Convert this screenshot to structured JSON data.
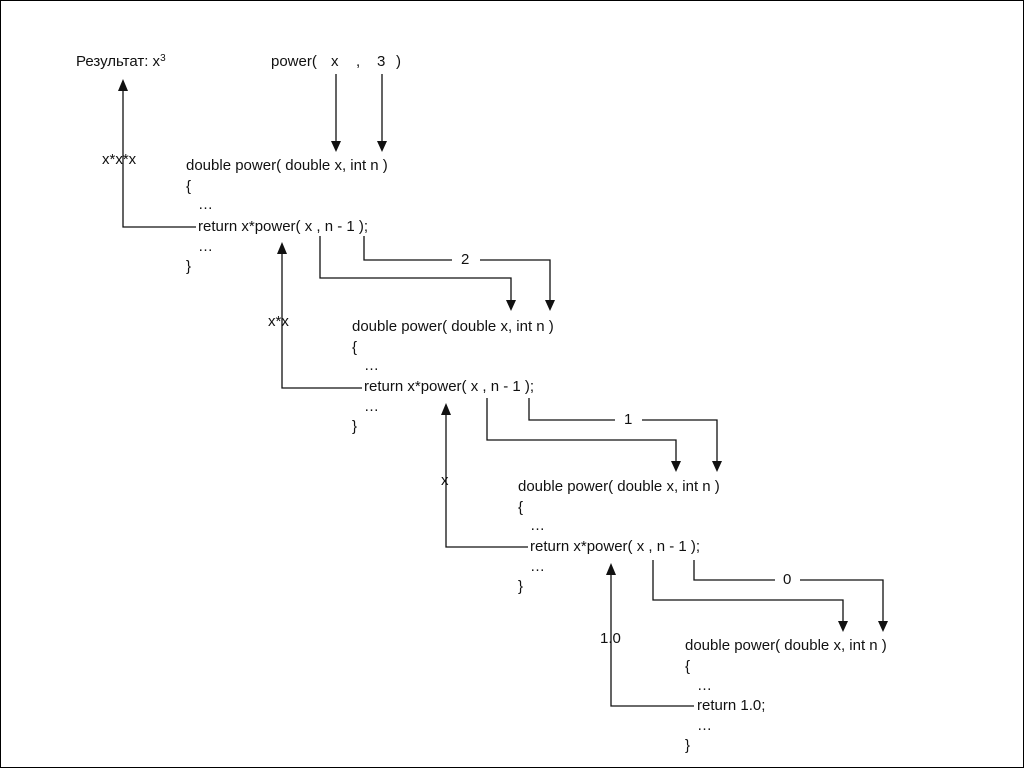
{
  "result_label": "Результат: x",
  "result_exponent": "3",
  "call": {
    "prefix": "power(",
    "arg_x": "x",
    "comma": ",",
    "arg_n": "3",
    "suffix": ")"
  },
  "levels": [
    {
      "signature": "double power( double x, int n )",
      "open_brace": "{",
      "dots_before": "…",
      "return_line": "return x*power( x , n - 1 );",
      "dots_after": "…",
      "close_brace": "}",
      "returned_value": "x*x*x",
      "passed_n": "2"
    },
    {
      "signature": "double power( double x, int n )",
      "open_brace": "{",
      "dots_before": "…",
      "return_line": "return x*power( x , n - 1 );",
      "dots_after": "…",
      "close_brace": "}",
      "returned_value": "x*x",
      "passed_n": "1"
    },
    {
      "signature": "double power( double x, int n )",
      "open_brace": "{",
      "dots_before": "…",
      "return_line": "return x*power( x , n - 1 );",
      "dots_after": "…",
      "close_brace": "}",
      "returned_value": "x",
      "passed_n": "0"
    },
    {
      "signature": "double power( double x, int n )",
      "open_brace": "{",
      "dots_before": "…",
      "return_line": "return 1.0;",
      "dots_after": "…",
      "close_brace": "}",
      "returned_value": "1.0"
    }
  ]
}
